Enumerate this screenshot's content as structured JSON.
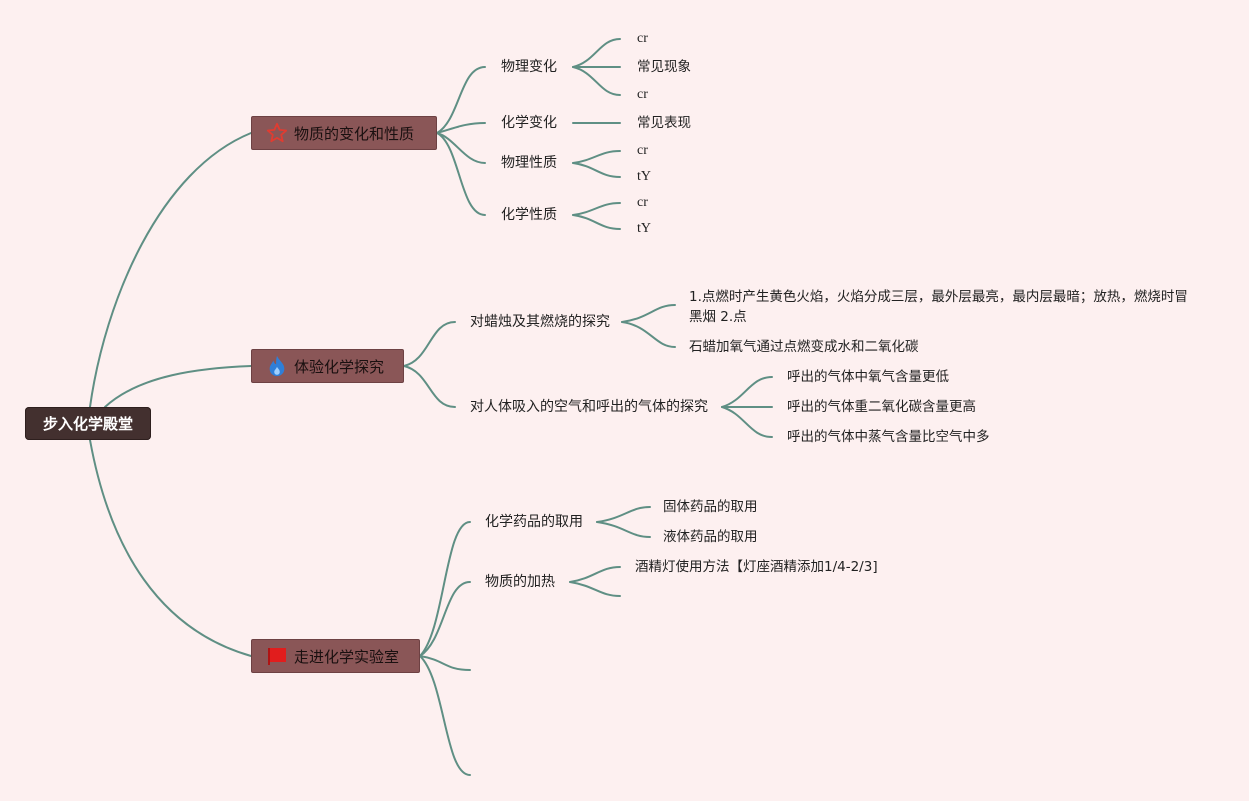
{
  "mindmap": {
    "root": {
      "label": "步入化学殿堂"
    },
    "branches": [
      {
        "label": "物质的变化和性质",
        "icon": "star-icon",
        "icon_color": "#e03c31",
        "children": [
          {
            "label": "物理变化",
            "children": [
              "cr",
              "常见现象",
              "cr"
            ]
          },
          {
            "label": "化学变化",
            "children": [
              "常见表现"
            ]
          },
          {
            "label": "物理性质",
            "children": [
              "cr",
              "tY"
            ]
          },
          {
            "label": "化学性质",
            "children": [
              "cr",
              "tY"
            ]
          }
        ]
      },
      {
        "label": "体验化学探究",
        "icon": "flame-icon",
        "icon_color": "#2f7fd8",
        "children": [
          {
            "label": "对蜡烛及其燃烧的探究",
            "children": [
              "1.点燃时产生黄色火焰，火焰分成三层，最外层最亮，最内层最暗；放热，燃烧时冒黑烟 2.点",
              "石蜡加氧气通过点燃变成水和二氧化碳"
            ]
          },
          {
            "label": "对人体吸入的空气和呼出的气体的探究",
            "children": [
              "呼出的气体中氧气含量更低",
              "呼出的气体重二氧化碳含量更高",
              "呼出的气体中蒸气含量比空气中多"
            ]
          }
        ]
      },
      {
        "label": "走进化学实验室",
        "icon": "flag-icon",
        "icon_color": "#e11d1d",
        "children": [
          {
            "label": "化学药品的取用",
            "children": [
              "固体药品的取用",
              "液体药品的取用"
            ]
          },
          {
            "label": "物质的加热",
            "children": [
              "酒精灯使用方法【灯座酒精添加1/4-2/3]",
              ""
            ]
          },
          {
            "label": "",
            "children": []
          },
          {
            "label": "",
            "children": []
          }
        ]
      }
    ]
  },
  "colors": {
    "background": "#fdf0f0",
    "line": "#5f8f84",
    "root_fill": "#43302f",
    "branch_fill": "#8a5657"
  }
}
